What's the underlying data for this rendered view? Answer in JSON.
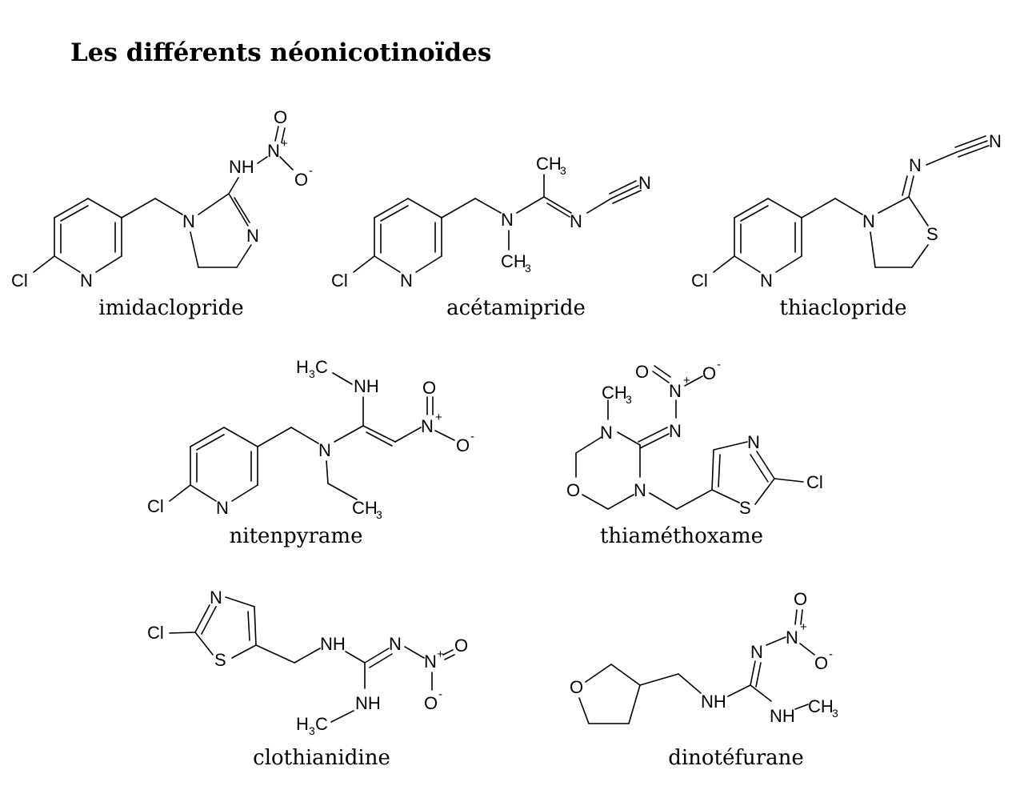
{
  "title": "Les différents néonicotinoïdes",
  "compounds": [
    {
      "name": "imidaclopride"
    },
    {
      "name": "acétamipride"
    },
    {
      "name": "thiaclopride"
    },
    {
      "name": "nitenpyrame"
    },
    {
      "name": "thiaméthoxame"
    },
    {
      "name": "clothianidine"
    },
    {
      "name": "dinotéfurane"
    }
  ]
}
